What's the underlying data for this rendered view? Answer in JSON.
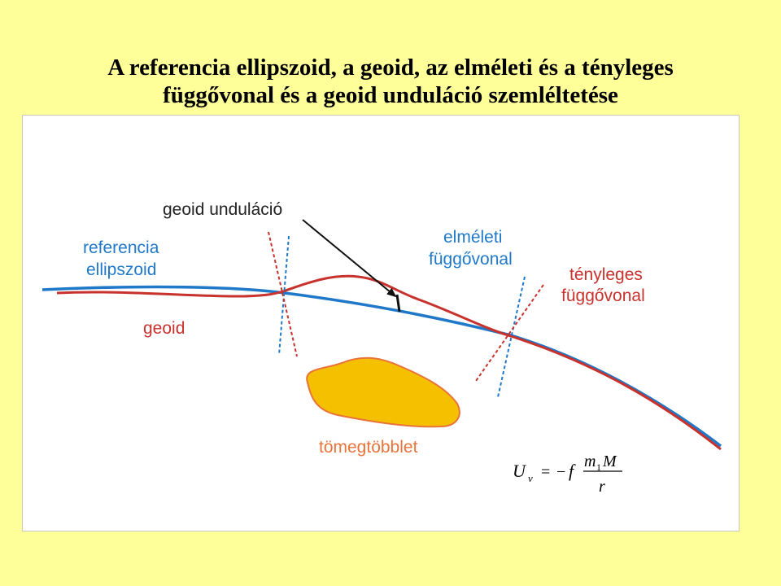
{
  "title": {
    "line1": "A referencia ellipszoid, a geoid, az elméleti és a tényleges",
    "line2": "függővonal és a geoid unduláció szemléltetése"
  },
  "labels": {
    "geoid_undulation": "geoid unduláció",
    "reference_ellipsoid_1": "referencia",
    "reference_ellipsoid_2": "ellipszoid",
    "geoid": "geoid",
    "theoretical_plumbline_1": "elméleti",
    "theoretical_plumbline_2": "függővonal",
    "actual_plumbline_1": "tényleges",
    "actual_plumbline_2": "függővonal",
    "mass_excess": "tömegtöbblet"
  },
  "formula": {
    "U": "U",
    "v": "v",
    "eq": "=",
    "minus": "−",
    "f": "f",
    "m": "m",
    "sub1": "1",
    "M": "M",
    "r": "r"
  },
  "colors": {
    "background": "#ffff99",
    "ellipsoid": "#1f78c8",
    "geoid": "#c8322d",
    "label_blue": "#1f78c8",
    "label_red": "#c8322d",
    "label_orange": "#e8743b",
    "mass_fill": "#f5c000",
    "mass_stroke": "#e8743b"
  }
}
